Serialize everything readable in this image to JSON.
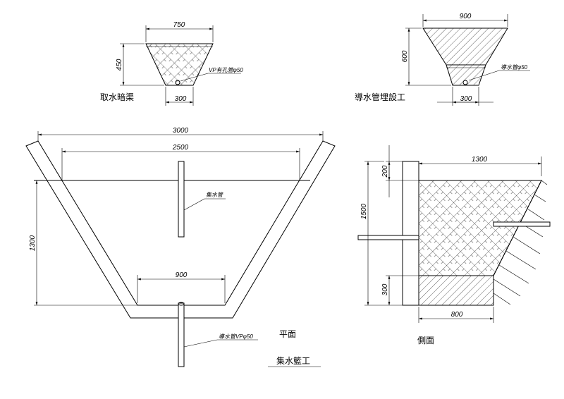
{
  "fig1": {
    "title": "取水暗渠",
    "dim_top": "750",
    "dim_height": "450",
    "dim_bottom": "300",
    "pipe_label": "VP有孔管φ50"
  },
  "fig2": {
    "title": "導水管埋設工",
    "dim_top": "900",
    "dim_height": "600",
    "dim_bottom": "300",
    "pipe_label": "導水管φ50"
  },
  "plan": {
    "title": "平面",
    "caption": "集水籃工",
    "dim_top": "3000",
    "dim_inner": "2500",
    "dim_height": "1300",
    "dim_bottom": "900",
    "pipe_label": "集水管",
    "outlet_label": "導水管VPφ50"
  },
  "side": {
    "title": "側面",
    "dim_top": "1300",
    "dim_upper": "200",
    "dim_height": "1500",
    "dim_lower": "300",
    "dim_bottom": "800"
  }
}
